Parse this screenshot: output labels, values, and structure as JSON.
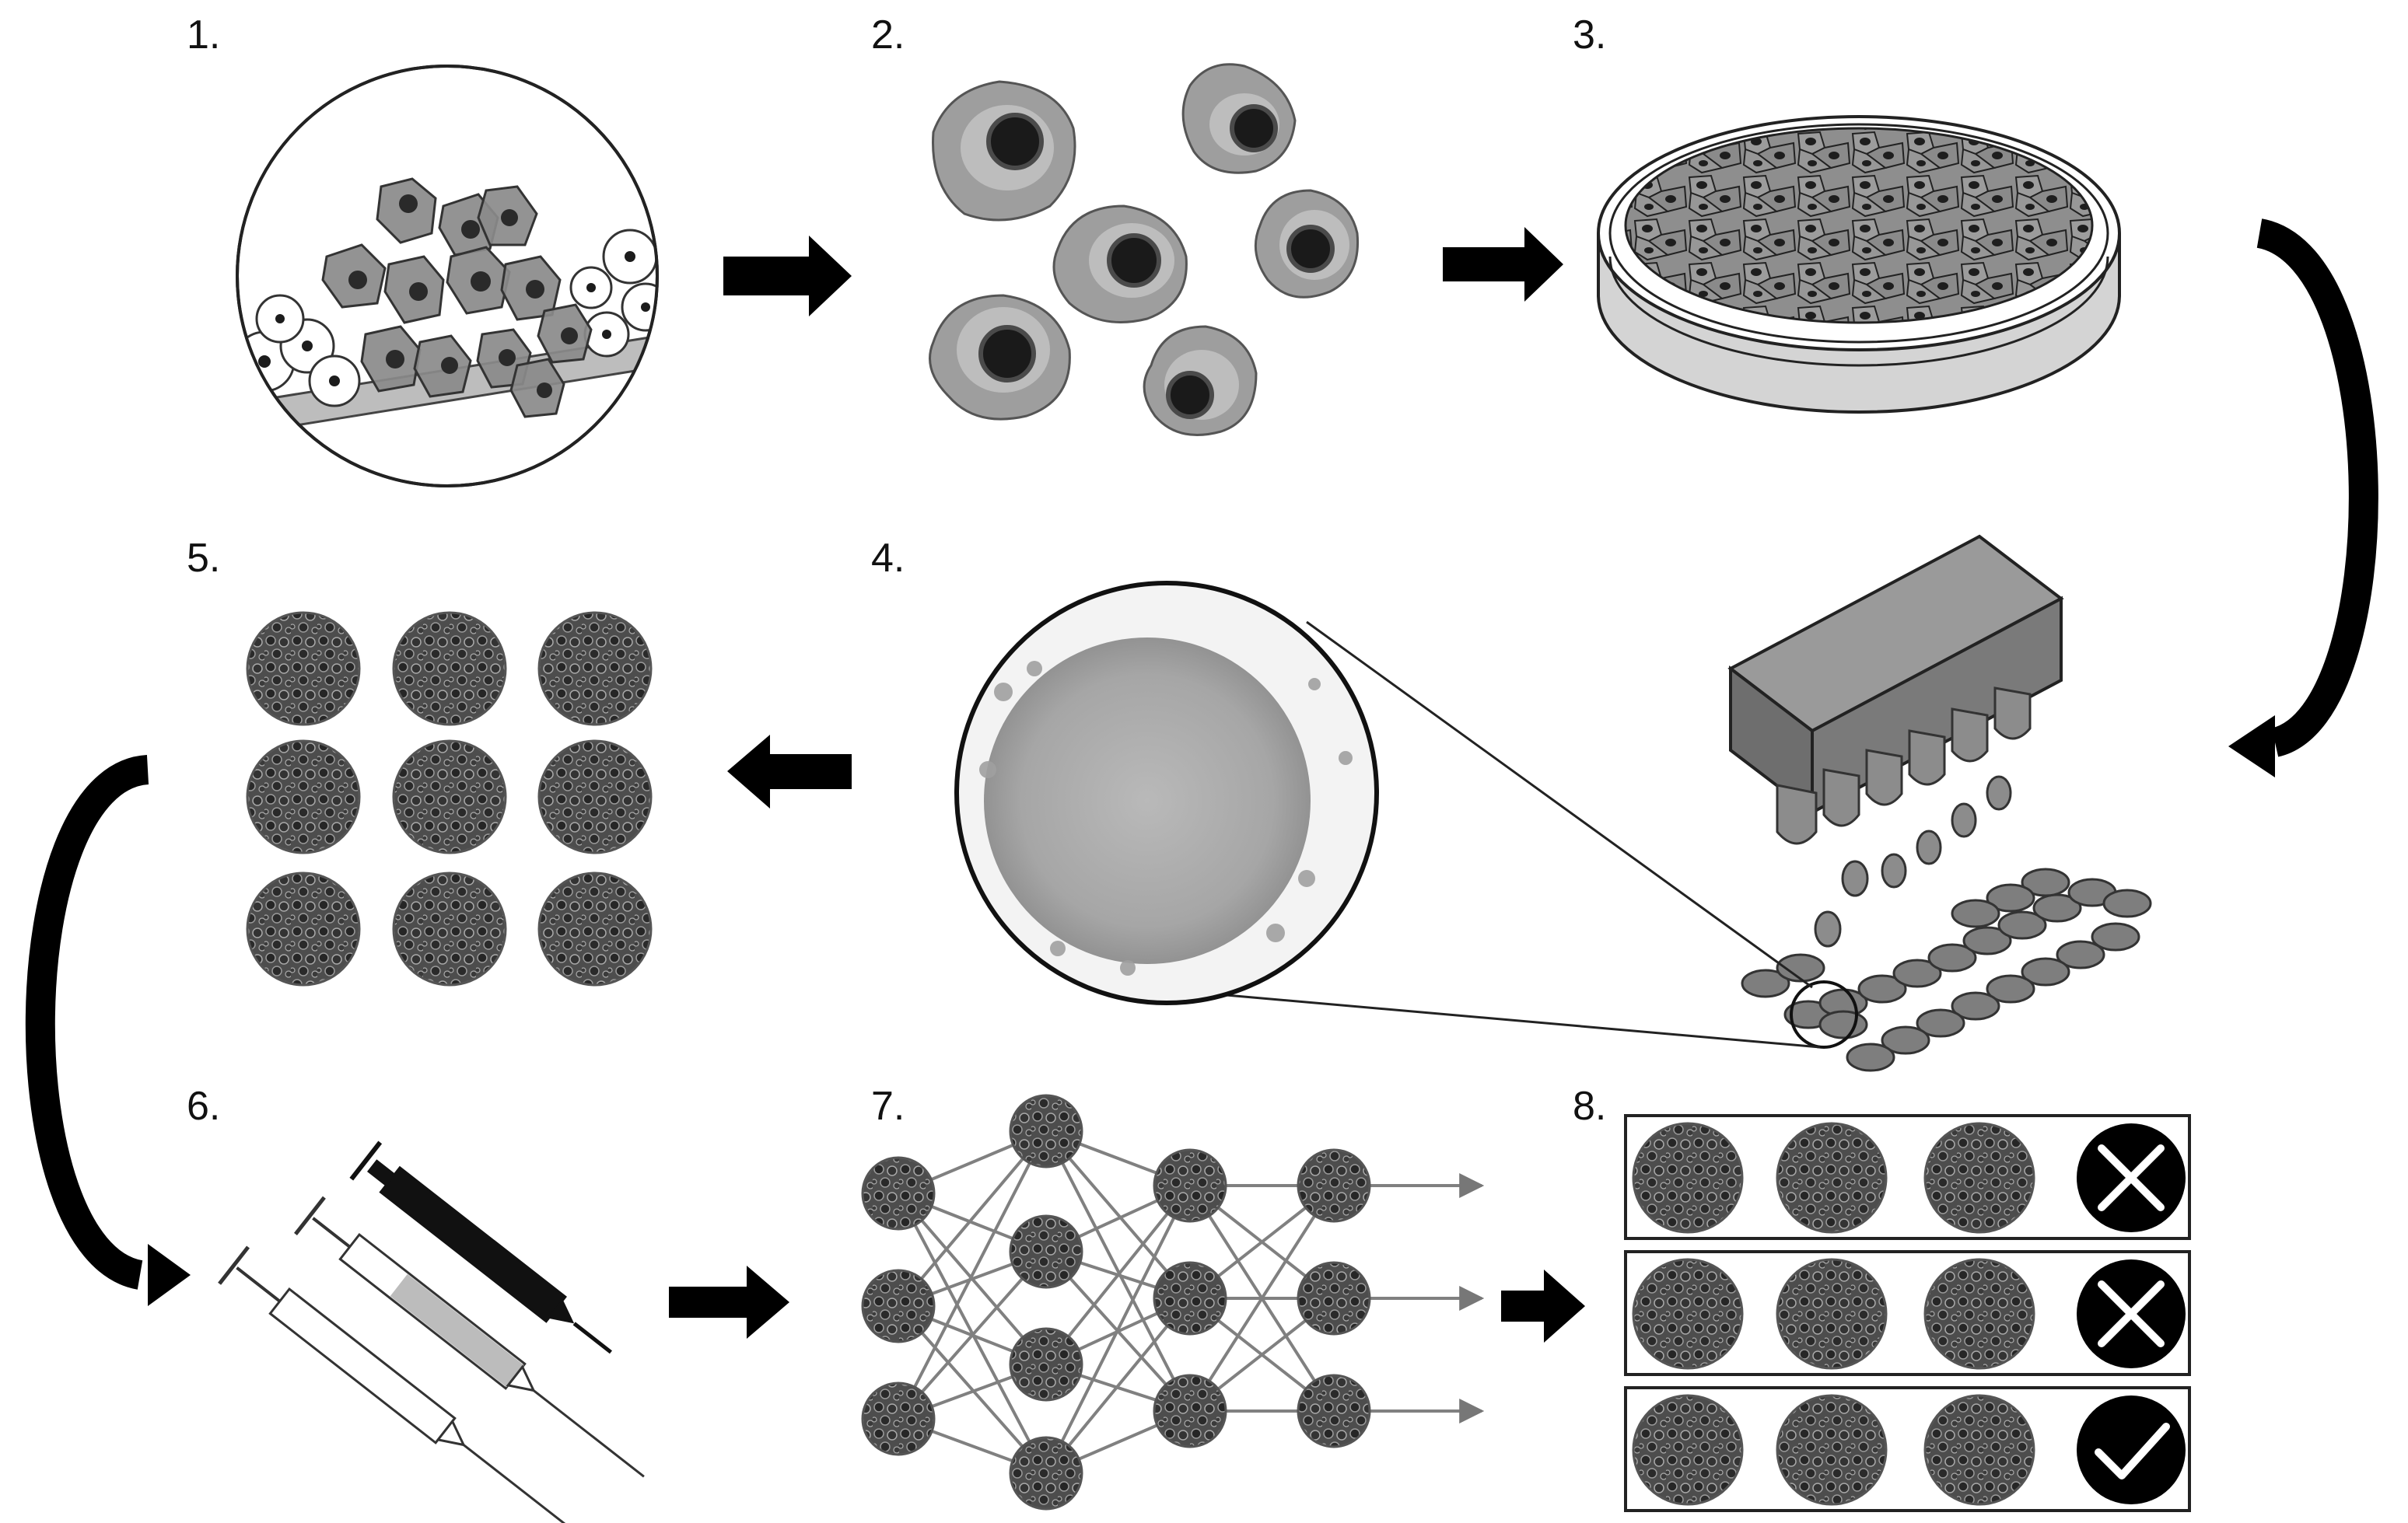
{
  "steps": [
    {
      "label": "1."
    },
    {
      "label": "2."
    },
    {
      "label": "3."
    },
    {
      "label": "4."
    },
    {
      "label": "5."
    },
    {
      "label": "6."
    },
    {
      "label": "7."
    },
    {
      "label": "8."
    }
  ],
  "results": [
    {
      "outcome": "reject",
      "icon": "x-mark-icon"
    },
    {
      "outcome": "reject",
      "icon": "x-mark-icon"
    },
    {
      "outcome": "accept",
      "icon": "check-mark-icon"
    }
  ],
  "colors": {
    "ink": "#111111",
    "cell_fill": "#8c8c8c",
    "cell_light": "#c4c4c4",
    "spheroid": "#4a4a4a",
    "printer": "#6e6e6e"
  }
}
